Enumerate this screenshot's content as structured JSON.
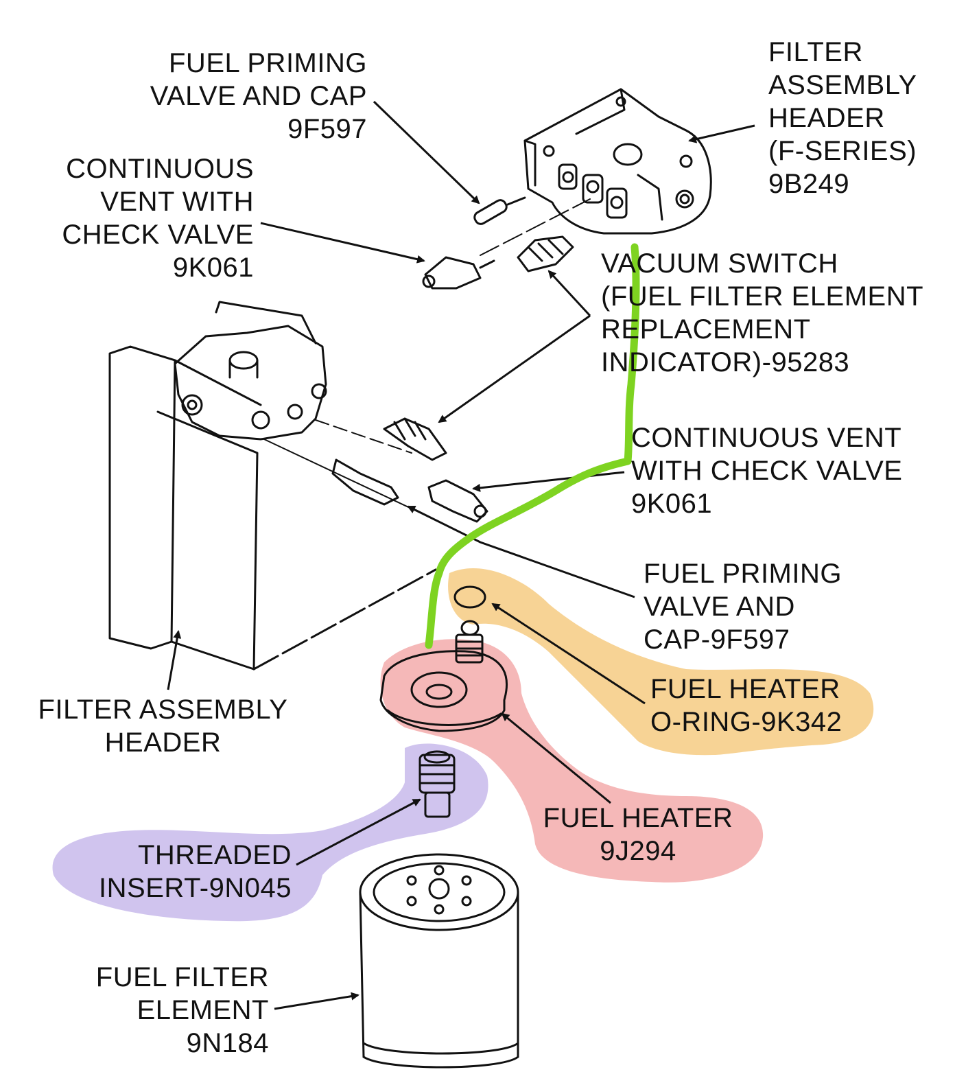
{
  "colors": {
    "line": "#111111",
    "highlight_green": "#7ed321",
    "highlight_orange": "#f4c471",
    "highlight_red": "#f3a6a6",
    "highlight_purple": "#c4b5ea"
  },
  "labels": {
    "priming_top": [
      "FUEL PRIMING",
      "VALVE AND CAP",
      "9F597"
    ],
    "filter_header_fseries": [
      "FILTER",
      "ASSEMBLY",
      "HEADER",
      "(F-SERIES)",
      "9B249"
    ],
    "vent_top": [
      "CONTINUOUS",
      "VENT WITH",
      "CHECK VALVE",
      "9K061"
    ],
    "vacuum_switch": [
      "VACUUM SWITCH",
      "(FUEL FILTER ELEMENT",
      "REPLACEMENT",
      "INDICATOR)-95283"
    ],
    "vent_right": [
      "CONTINUOUS VENT",
      "WITH CHECK VALVE",
      "9K061"
    ],
    "priming_right": [
      "FUEL PRIMING",
      "VALVE AND",
      "CAP-9F597"
    ],
    "filter_header": [
      "FILTER ASSEMBLY",
      "HEADER"
    ],
    "heater_oring": [
      "FUEL HEATER",
      "O-RING-9K342"
    ],
    "fuel_heater": [
      "FUEL HEATER",
      "9J294"
    ],
    "threaded_insert": [
      "THREADED",
      "INSERT-9N045"
    ],
    "filter_element": [
      "FUEL FILTER",
      "ELEMENT",
      "9N184"
    ]
  }
}
